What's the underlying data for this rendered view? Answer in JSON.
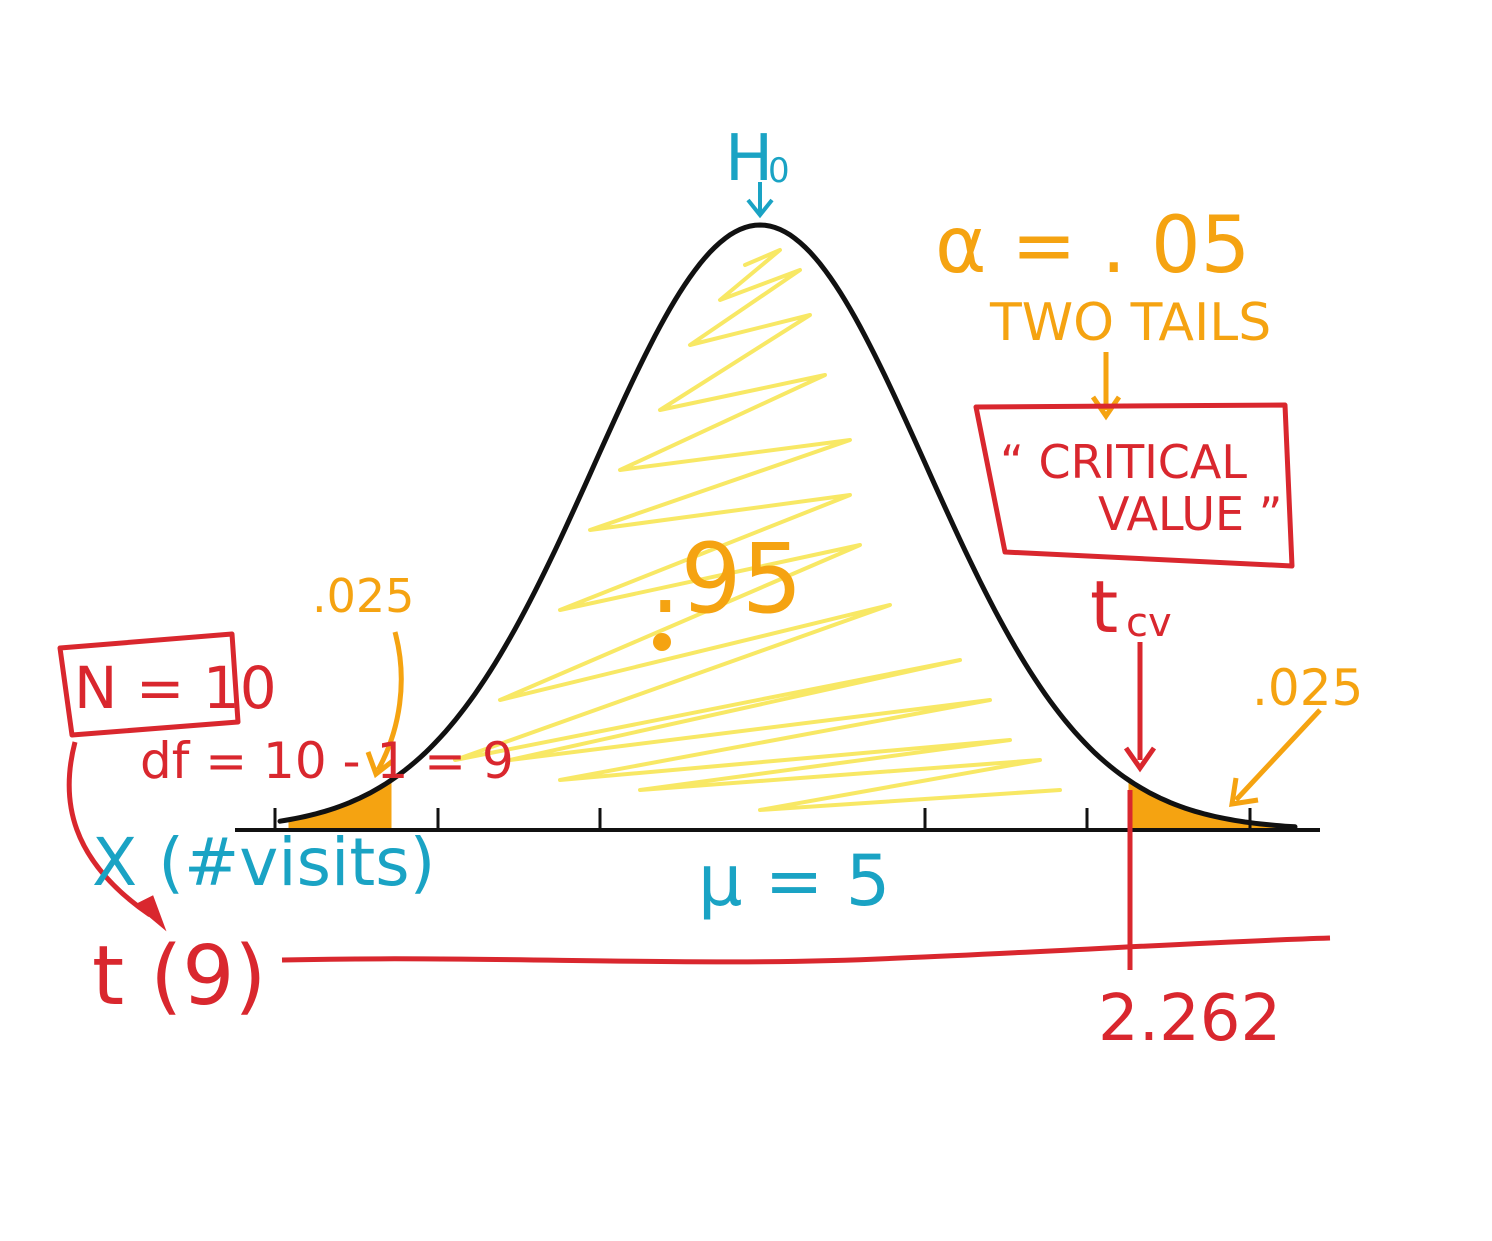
{
  "labels": {
    "null_hypothesis": "H",
    "null_hypothesis_sub": "0",
    "alpha": "α = . 05",
    "tails": "TWO TAILS",
    "critical_line1": "“ CRITICAL",
    "critical_line2": "VALUE ”",
    "t_cv": "t",
    "t_cv_sub": "cv",
    "center_area": ".95",
    "left_tail_area": ".025",
    "right_tail_area": ".025",
    "sample_size": "N = 10",
    "degrees_of_freedom": "df = 10 - 1 = 9",
    "x_axis": "X (#visits)",
    "mean": "μ = 5",
    "t_axis": "t (9)",
    "critical_value": "2.262"
  },
  "colors": {
    "curve": "#111111",
    "blue": "#1aa3c4",
    "orange": "#f5a311",
    "red": "#d9272e",
    "yellow": "#f7e44a"
  }
}
